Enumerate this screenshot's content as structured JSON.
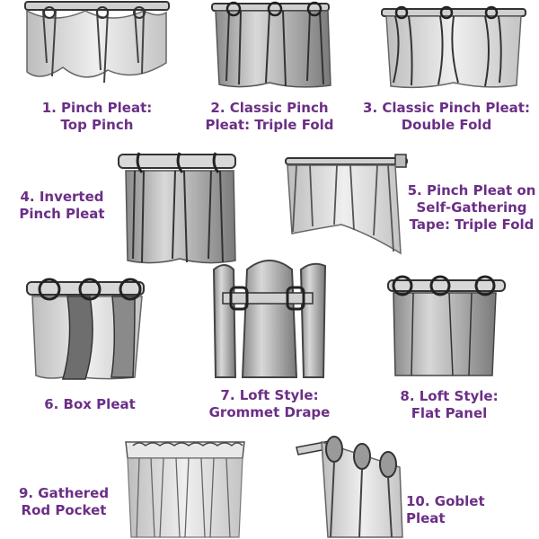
{
  "styles": [
    {
      "id": "1",
      "lines": [
        "1. Pinch Pleat:",
        "Top Pinch"
      ]
    },
    {
      "id": "2",
      "lines": [
        "2. Classic Pinch",
        "Pleat: Triple Fold"
      ]
    },
    {
      "id": "3",
      "lines": [
        "3. Classic Pinch Pleat:",
        "Double Fold"
      ]
    },
    {
      "id": "4",
      "lines": [
        "4. Inverted",
        "Pinch Pleat"
      ]
    },
    {
      "id": "5",
      "lines": [
        "5. Pinch Pleat on",
        "Self-Gathering",
        "Tape: Triple Fold"
      ]
    },
    {
      "id": "6",
      "lines": [
        "6. Box Pleat"
      ]
    },
    {
      "id": "7",
      "lines": [
        "7. Loft Style:",
        "Grommet Drape"
      ]
    },
    {
      "id": "8",
      "lines": [
        "8. Loft Style:",
        "Flat Panel"
      ]
    },
    {
      "id": "9",
      "lines": [
        "9. Gathered",
        "Rod Pocket"
      ]
    },
    {
      "id": "10",
      "lines": [
        "10. Goblet",
        "Pleat"
      ]
    }
  ],
  "colors": {
    "label": "#6b2f86",
    "sketch": "#4a4a4a"
  }
}
